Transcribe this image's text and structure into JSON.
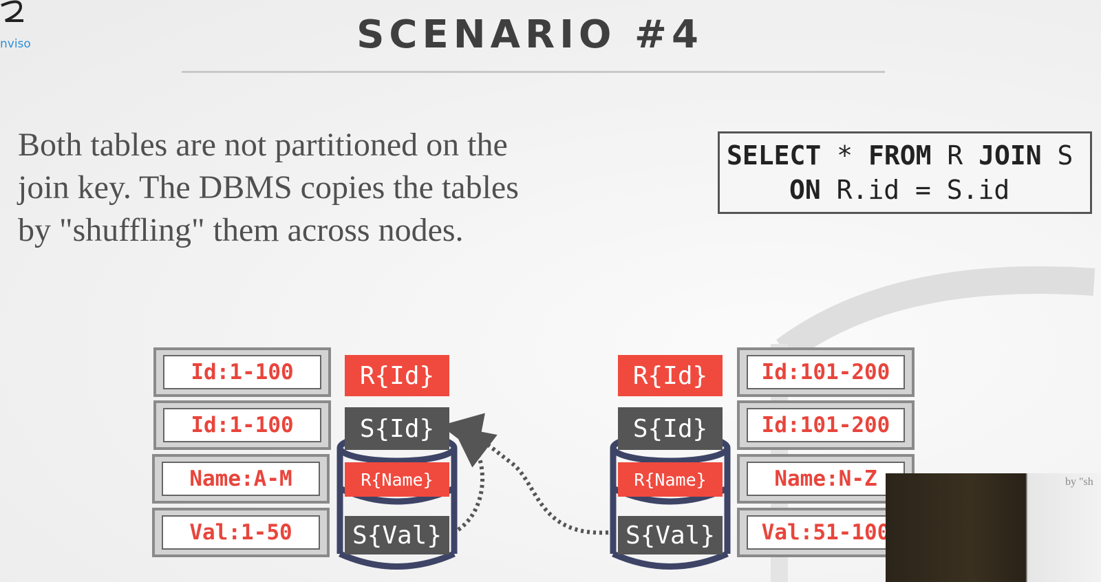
{
  "logo": {
    "text": "nviso"
  },
  "slide": {
    "title": "SCENARIO #4",
    "body_lines": [
      "Both tables are not partitioned on the",
      "join key. The DBMS copies the tables",
      "by \"shuffling\" them across nodes."
    ],
    "sql": {
      "kw_select": "SELECT",
      "star": "*",
      "kw_from": "FROM",
      "r": "R",
      "kw_join": "JOIN",
      "s": "S",
      "kw_on": "ON",
      "cond": "R.id = S.id"
    }
  },
  "left_node": {
    "ranges": [
      "Id:1-100",
      "Id:1-100",
      "Name:A-M",
      "Val:1-50"
    ],
    "partitions": [
      "R{Id}",
      "S{Id}",
      "R{Name}",
      "S{Val}"
    ]
  },
  "right_node": {
    "ranges": [
      "Id:101-200",
      "Id:101-200",
      "Name:N-Z",
      "Val:51-100"
    ],
    "partitions": [
      "R{Id}",
      "S{Id}",
      "R{Name}",
      "S{Val}"
    ]
  },
  "overlay": {
    "text": "by \"sh"
  },
  "colors": {
    "red": "#f04a3e",
    "gray": "#555555",
    "disk": "#3d4466",
    "arrow": "#555555"
  }
}
